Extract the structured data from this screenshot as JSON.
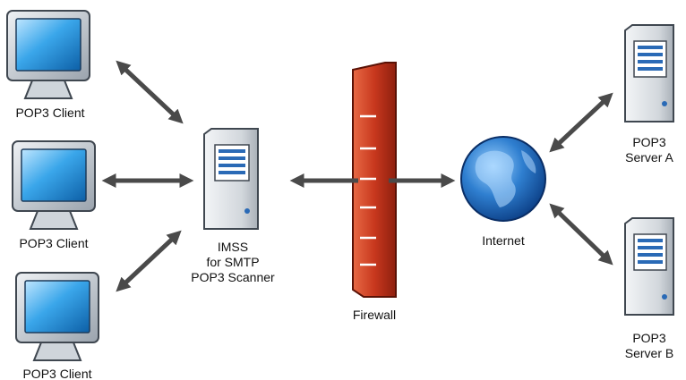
{
  "clients": [
    {
      "label": "POP3 Client"
    },
    {
      "label": "POP3 Client"
    },
    {
      "label": "POP3 Client"
    }
  ],
  "scanner": {
    "lines": [
      "IMSS",
      "for SMTP",
      "POP3 Scanner"
    ]
  },
  "firewall": {
    "label": "Firewall"
  },
  "internet": {
    "label": "Internet"
  },
  "servers": [
    {
      "lines": [
        "POP3",
        "Server A"
      ]
    },
    {
      "lines": [
        "POP3",
        "Server B"
      ]
    }
  ],
  "colors": {
    "arrow": "#4a4a4a",
    "firewall_red": "#c8381e",
    "monitor_gray": "#b9c0c8",
    "screen_blue": "#1f8fd6",
    "globe_blue": "#1a5fb0"
  }
}
